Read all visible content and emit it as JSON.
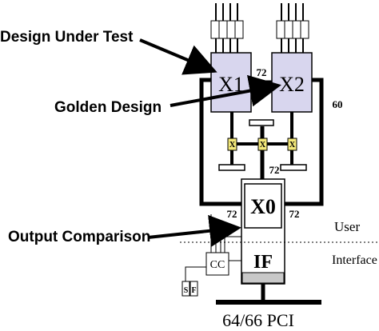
{
  "callouts": {
    "dut": "Design Under Test",
    "golden": "Golden Design",
    "output": "Output Comparison"
  },
  "blocks": {
    "x1": "X1",
    "x2": "X2",
    "x0": "X0",
    "if": "IF",
    "cc": "CC",
    "s": "S",
    "f": "F",
    "x_switch": "X"
  },
  "bus_labels": {
    "top": "72",
    "mid": "72",
    "x0_left": "72",
    "x0_right": "72",
    "ring": "60"
  },
  "region_labels": {
    "user": "User",
    "interface": "Interface"
  },
  "bus_label": "64/66 PCI",
  "colors": {
    "fpga_fill": "#d8d6ee",
    "switch_fill": "#f3e87a",
    "if_band": "#c8c8c8",
    "line": "#000000"
  }
}
